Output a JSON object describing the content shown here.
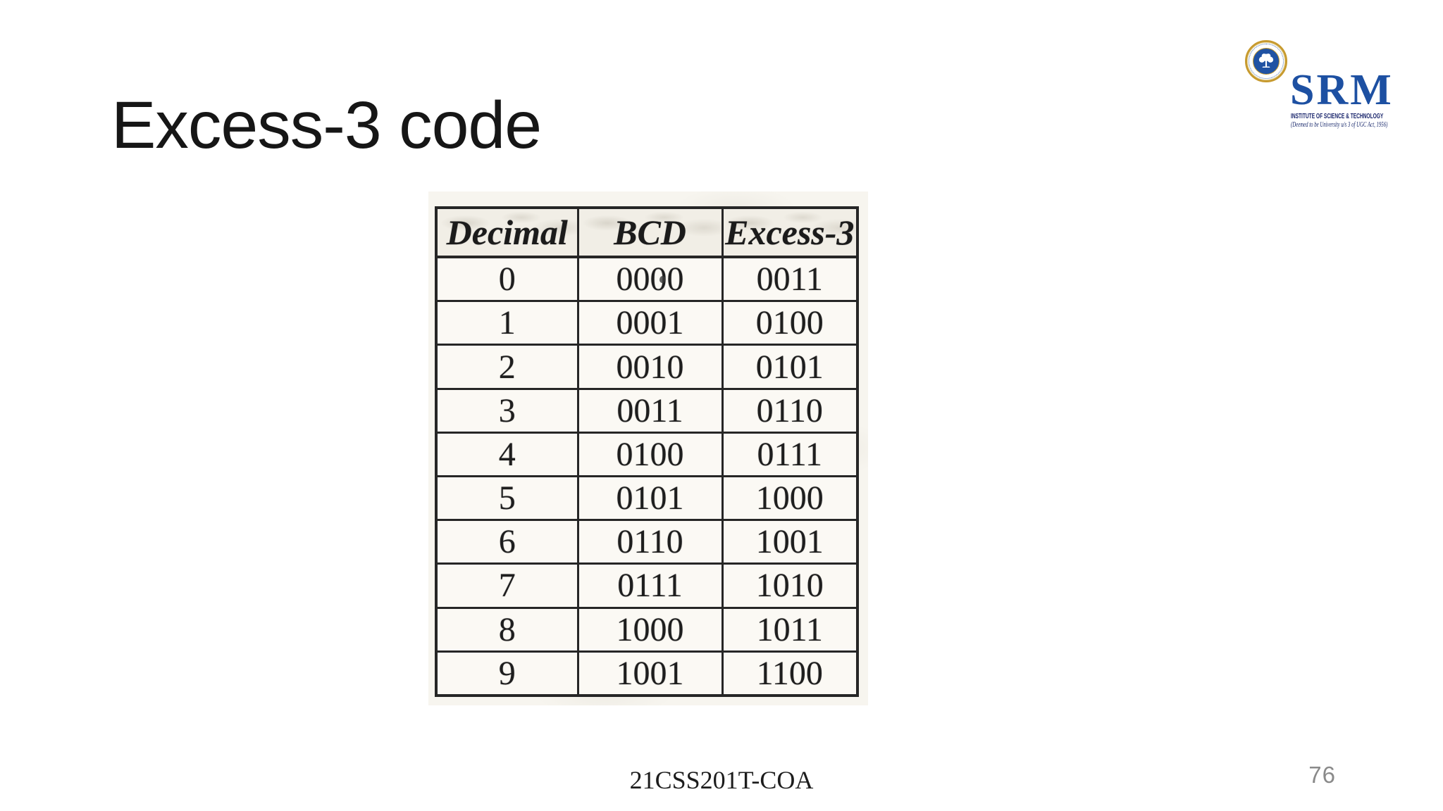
{
  "slide": {
    "title": "Excess-3 code",
    "background_color": "#ffffff"
  },
  "logo": {
    "wordmark": "SRM",
    "institute_line": "INSTITUTE OF SCIENCE & TECHNOLOGY",
    "deemed_line": "(Deemed to be University u/s 3 of UGC Act, 1956)",
    "colors": {
      "srm_blue": "#1d50a2",
      "navy_text": "#18246b",
      "seal_gold": "#c79a2e",
      "seal_blue": "#2052a3"
    }
  },
  "table": {
    "headers": [
      "Decimal",
      "BCD",
      "Excess-3"
    ],
    "rows": [
      [
        "0",
        "0000",
        "0011"
      ],
      [
        "1",
        "0001",
        "0100"
      ],
      [
        "2",
        "0010",
        "0101"
      ],
      [
        "3",
        "0011",
        "0110"
      ],
      [
        "4",
        "0100",
        "0111"
      ],
      [
        "5",
        "0101",
        "1000"
      ],
      [
        "6",
        "0110",
        "1001"
      ],
      [
        "7",
        "0111",
        "1010"
      ],
      [
        "8",
        "1000",
        "1011"
      ],
      [
        "9",
        "1001",
        "1100"
      ]
    ],
    "ink_color": "#262626",
    "paper_color": "#f7f5ef"
  },
  "footer": {
    "course_code": "21CSS201T-COA",
    "page_number": "76",
    "page_number_color": "#8a8a8a"
  }
}
